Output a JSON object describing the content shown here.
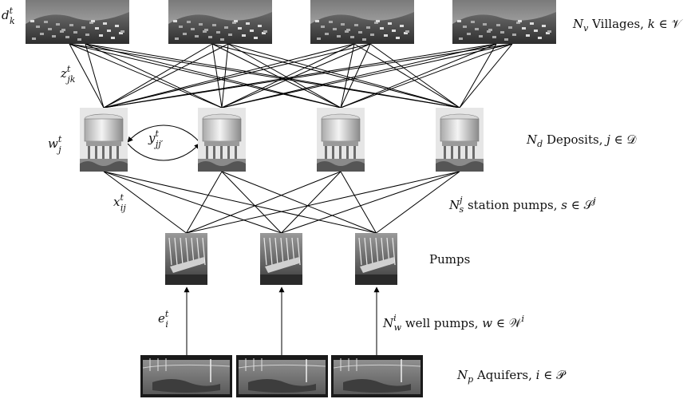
{
  "layers": {
    "villages": {
      "label": "N_v Villages, k ∈ 𝒱",
      "var": "d_k^t",
      "count": 4
    },
    "village_edges": {
      "var": "z_jk^t"
    },
    "deposits": {
      "label": "N_d Deposits, j ∈ 𝒟",
      "var": "w_j^t",
      "count": 4
    },
    "deposit_link": {
      "var": "y_jj'^t"
    },
    "station_pumps": {
      "label": "N_s^j station pumps, s ∈ 𝒮^j",
      "var": "x_ij^t"
    },
    "pumps": {
      "label": "Pumps",
      "count": 3
    },
    "well_pumps": {
      "label": "N_w^i well pumps, w ∈ 𝒲^i",
      "var": "e_i^t"
    },
    "aquifers": {
      "label": "N_p Aquifers, i ∈ 𝒫",
      "count": 3
    }
  },
  "icons": {
    "village": "village-photo-icon",
    "deposit": "water-tower-icon",
    "pump": "pump-station-icon",
    "aquifer": "aquifer-cross-section-icon"
  }
}
